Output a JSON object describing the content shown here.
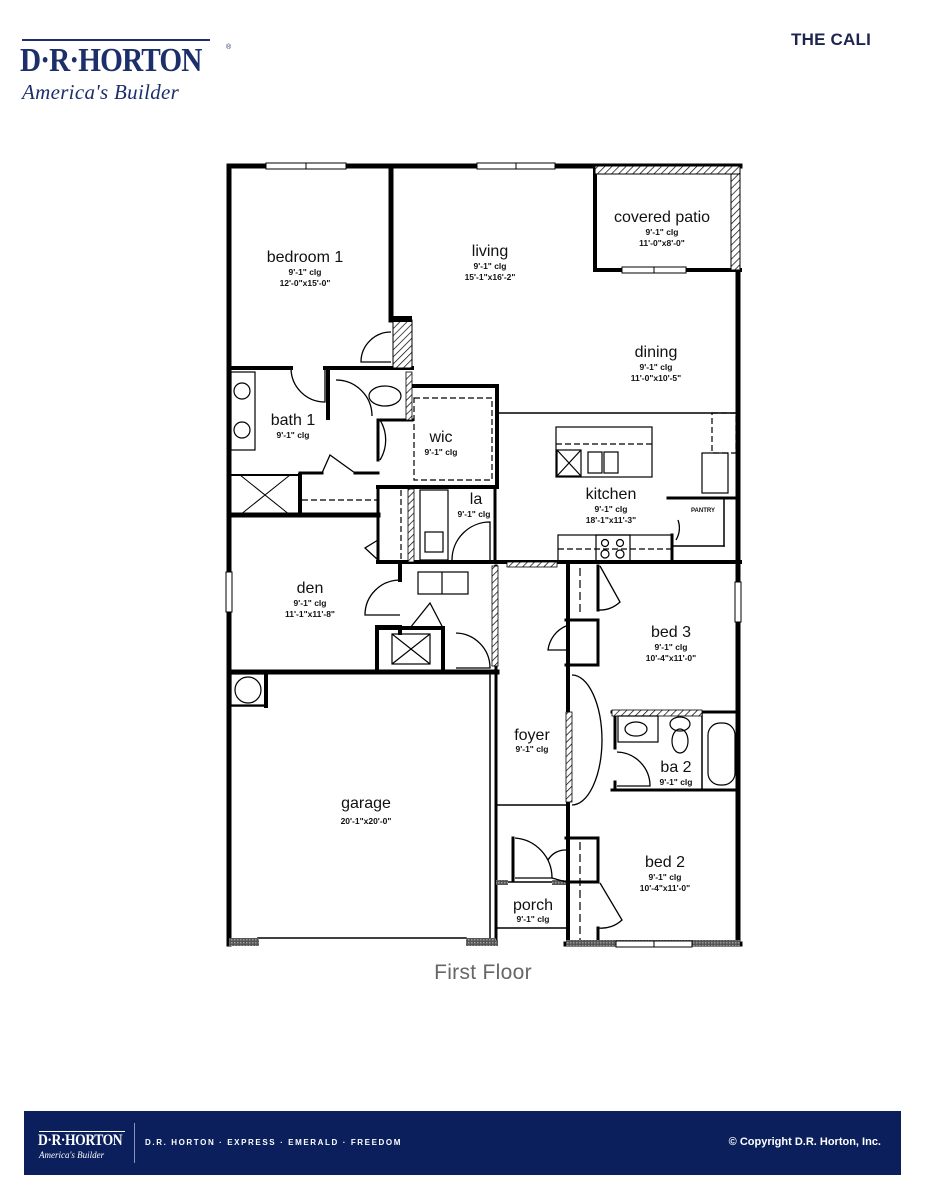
{
  "header": {
    "logo": {
      "brand": "D·R·HORTON",
      "registered": "®",
      "tagline": "America's Builder"
    },
    "plan_name": "THE CALI"
  },
  "floor_plan": {
    "caption": "First Floor",
    "rooms": [
      {
        "id": "bedroom-1",
        "name": "bedroom 1",
        "ceiling": "9'-1\" clg",
        "size": "12'-0\"x15'-0\""
      },
      {
        "id": "living",
        "name": "living",
        "ceiling": "9'-1\" clg",
        "size": "15'-1\"x16'-2\""
      },
      {
        "id": "covered-patio",
        "name": "covered patio",
        "ceiling": "9'-1\" clg",
        "size": "11'-0\"x8'-0\""
      },
      {
        "id": "dining",
        "name": "dining",
        "ceiling": "9'-1\" clg",
        "size": "11'-0\"x10'-5\""
      },
      {
        "id": "bath-1",
        "name": "bath 1",
        "ceiling": "9'-1\" clg",
        "size": ""
      },
      {
        "id": "wic",
        "name": "wic",
        "ceiling": "9'-1\" clg",
        "size": ""
      },
      {
        "id": "laundry",
        "name": "la",
        "ceiling": "9'-1\" clg",
        "size": ""
      },
      {
        "id": "kitchen",
        "name": "kitchen",
        "ceiling": "9'-1\" clg",
        "size": "18'-1\"x11'-3\""
      },
      {
        "id": "pantry",
        "name": "PANTRY",
        "ceiling": "",
        "size": ""
      },
      {
        "id": "den",
        "name": "den",
        "ceiling": "9'-1\" clg",
        "size": "11'-1\"x11'-8\""
      },
      {
        "id": "bed-3",
        "name": "bed 3",
        "ceiling": "9'-1\" clg",
        "size": "10'-4\"x11'-0\""
      },
      {
        "id": "foyer",
        "name": "foyer",
        "ceiling": "9'-1\" clg",
        "size": ""
      },
      {
        "id": "ba-2",
        "name": "ba 2",
        "ceiling": "9'-1\" clg",
        "size": ""
      },
      {
        "id": "garage",
        "name": "garage",
        "ceiling": "",
        "size": "20'-1\"x20'-0\""
      },
      {
        "id": "bed-2",
        "name": "bed 2",
        "ceiling": "9'-1\" clg",
        "size": "10'-4\"x11'-0\""
      },
      {
        "id": "porch",
        "name": "porch",
        "ceiling": "9'-1\" clg",
        "size": ""
      }
    ]
  },
  "footer": {
    "logo": {
      "brand": "D·R·HORTON",
      "tagline": "America's Builder"
    },
    "brands": "D.R. HORTON · EXPRESS · EMERALD · FREEDOM",
    "copyright": "© Copyright D.R. Horton, Inc."
  },
  "colors": {
    "brand_navy": "#0b1f5c",
    "logo_navy": "#1d2f6b",
    "wall": "#000000",
    "caption_gray": "#666666"
  }
}
